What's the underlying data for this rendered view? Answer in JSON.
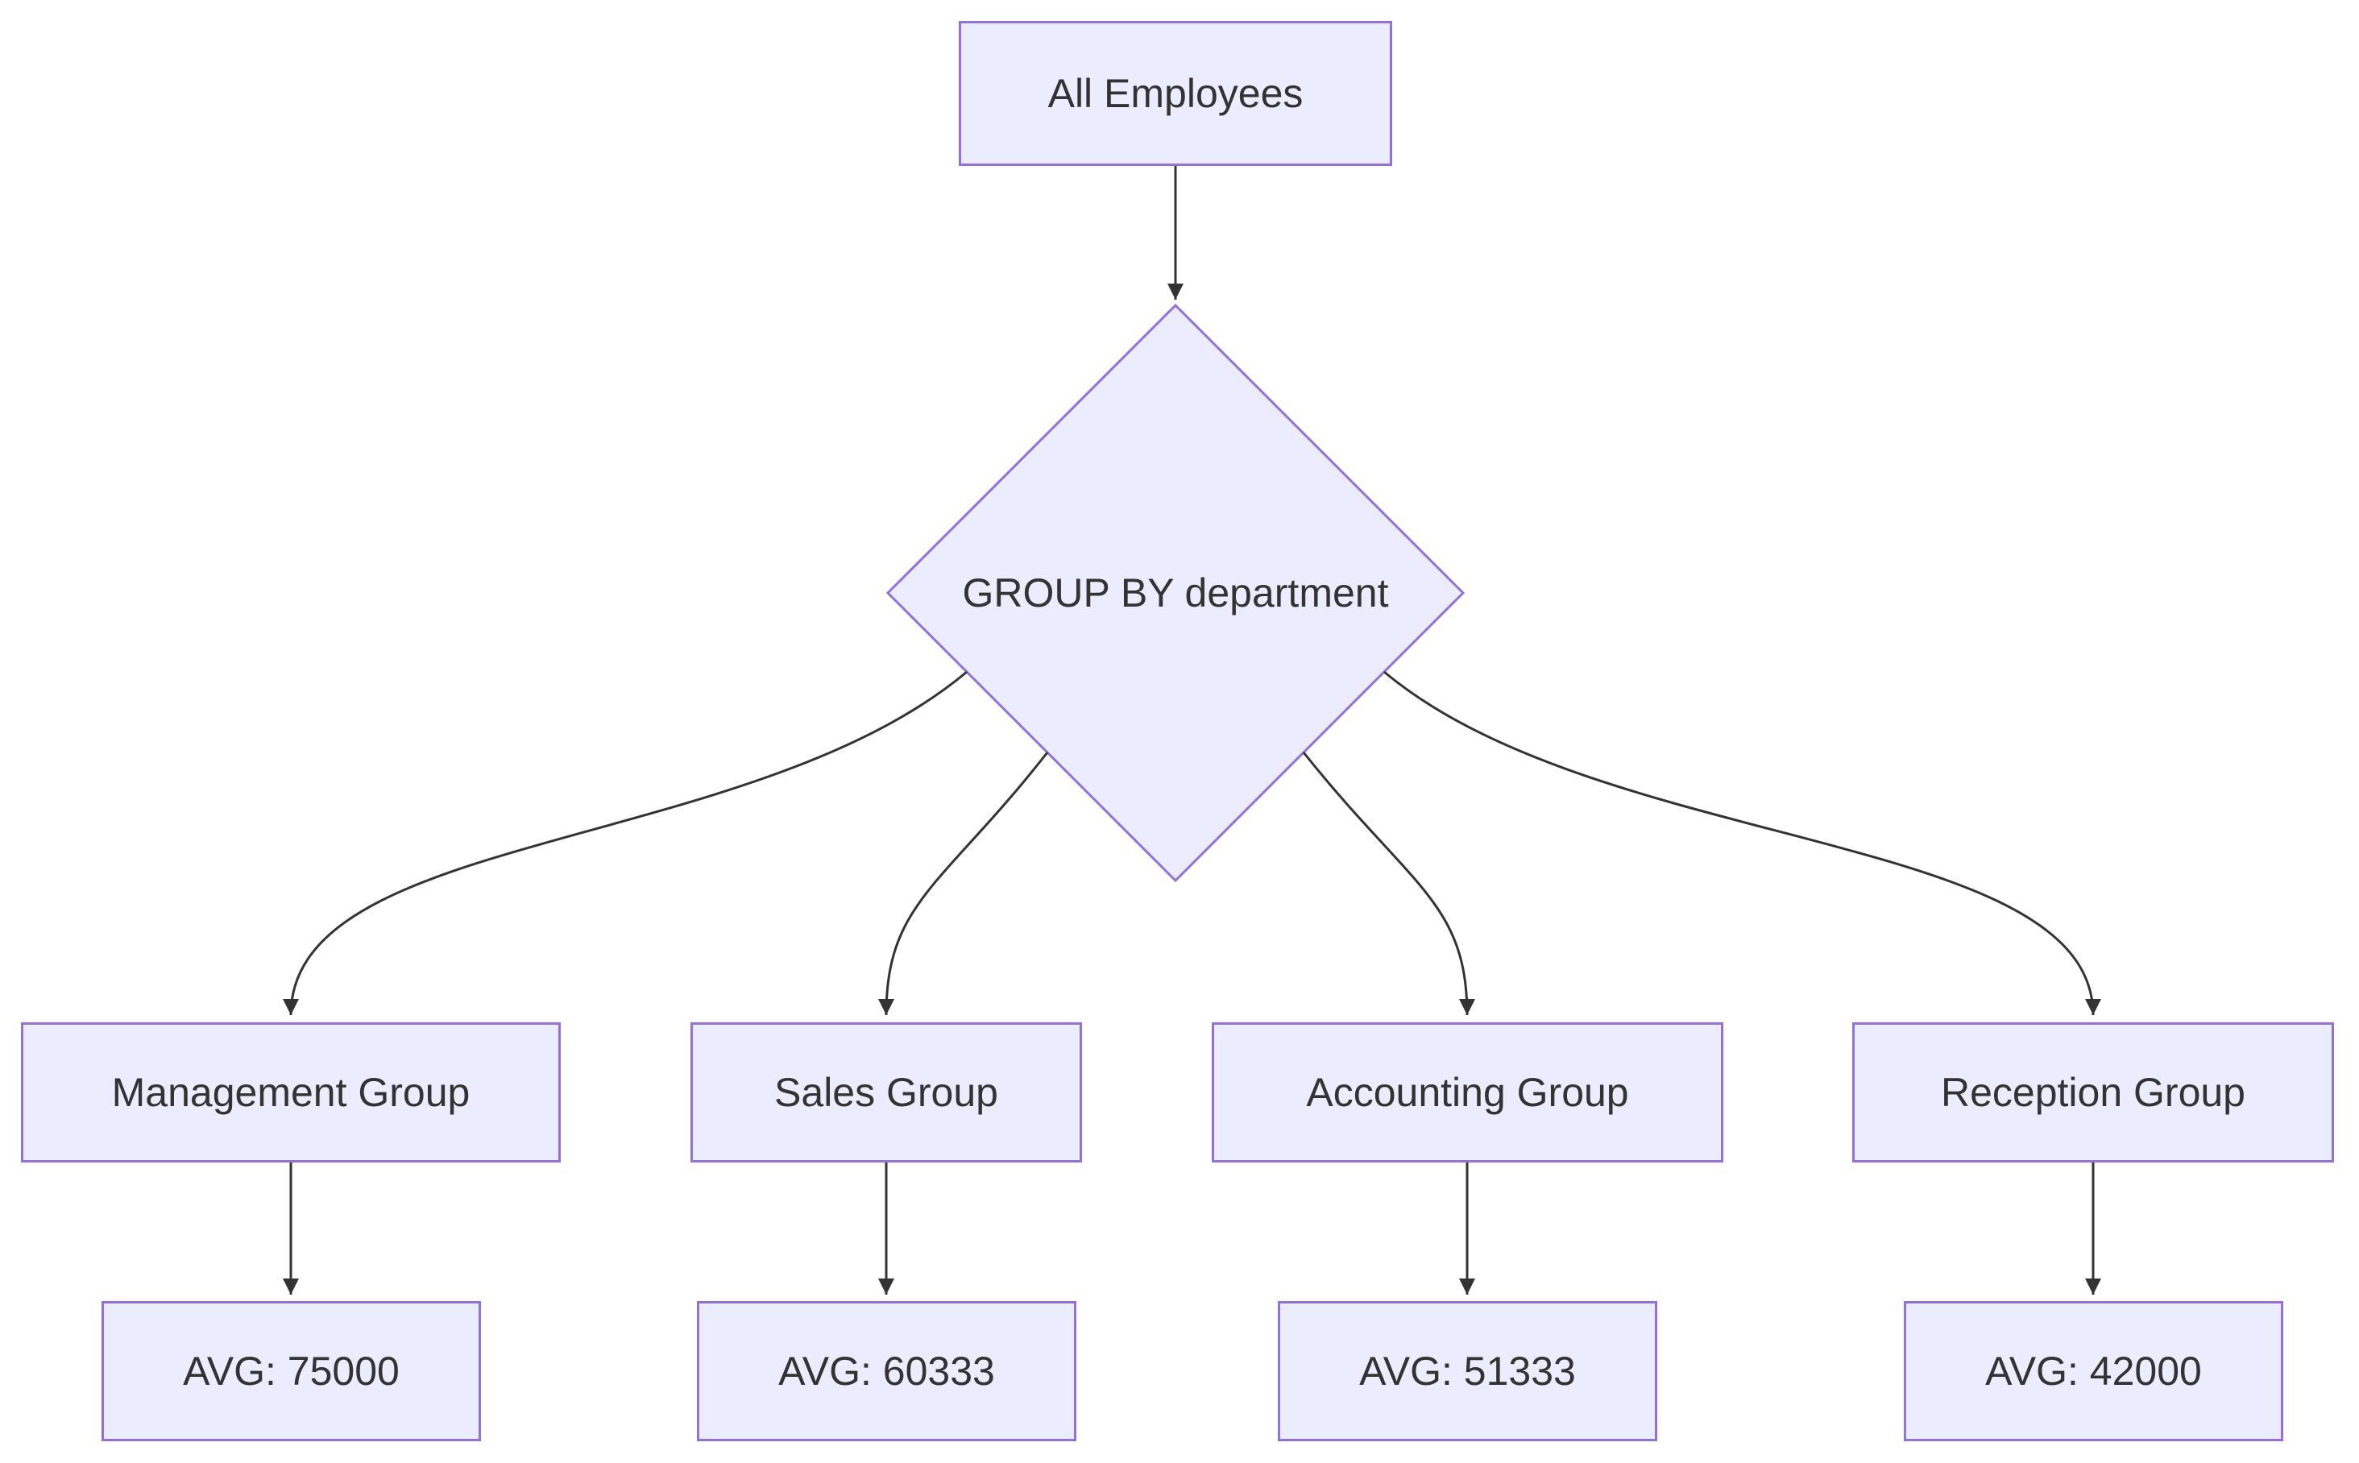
{
  "diagram": {
    "type": "flowchart",
    "colors": {
      "node_fill": "#ECECFF",
      "node_border": "#9370DB",
      "edge": "#333333",
      "text": "#333333"
    },
    "nodes": {
      "source": {
        "label": "All Employees",
        "shape": "rectangle"
      },
      "groupby": {
        "label": "GROUP BY department",
        "shape": "diamond"
      },
      "groups": [
        {
          "label": "Management Group",
          "avg_label": "AVG: 75000",
          "avg_value": 75000
        },
        {
          "label": "Sales Group",
          "avg_label": "AVG: 60333",
          "avg_value": 60333
        },
        {
          "label": "Accounting Group",
          "avg_label": "AVG: 51333",
          "avg_value": 51333
        },
        {
          "label": "Reception Group",
          "avg_label": "AVG: 42000",
          "avg_value": 42000
        }
      ]
    },
    "edges": [
      {
        "from": "All Employees",
        "to": "GROUP BY department"
      },
      {
        "from": "GROUP BY department",
        "to": "Management Group"
      },
      {
        "from": "GROUP BY department",
        "to": "Sales Group"
      },
      {
        "from": "GROUP BY department",
        "to": "Accounting Group"
      },
      {
        "from": "GROUP BY department",
        "to": "Reception Group"
      },
      {
        "from": "Management Group",
        "to": "AVG: 75000"
      },
      {
        "from": "Sales Group",
        "to": "AVG: 60333"
      },
      {
        "from": "Accounting Group",
        "to": "AVG: 51333"
      },
      {
        "from": "Reception Group",
        "to": "AVG: 42000"
      }
    ]
  }
}
